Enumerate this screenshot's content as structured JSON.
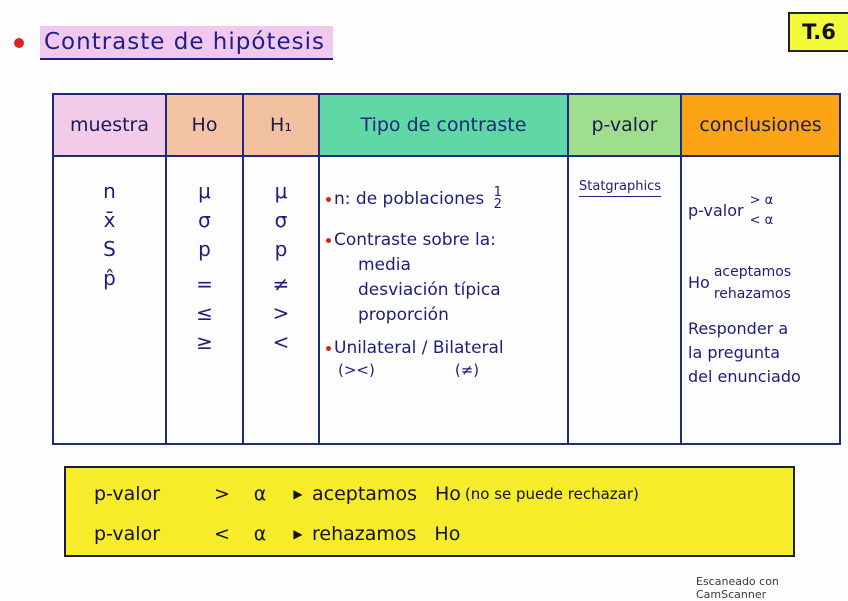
{
  "title": "Contraste de hipótesis",
  "tag": "T.6",
  "table": {
    "headers": {
      "muestra": "muestra",
      "ho": "Ho",
      "h1": "H₁",
      "tipo": "Tipo de contraste",
      "pvalor": "p-valor",
      "conclusiones": "conclusiones"
    },
    "muestra": [
      "n",
      "x̄",
      "S",
      "p̂"
    ],
    "ho": {
      "params": [
        "μ",
        "σ",
        "p"
      ],
      "signs": [
        "=",
        "≤",
        "≥"
      ]
    },
    "h1": {
      "params": [
        "μ",
        "σ",
        "p"
      ],
      "signs": [
        "≠",
        ">",
        "<"
      ]
    },
    "tipo": {
      "poblaciones": "n: de poblaciones",
      "poblaciones_options": [
        "1",
        "2"
      ],
      "contraste_sobre": "Contraste sobre la:",
      "contraste_items": [
        "media",
        "desviación típica",
        "proporción"
      ],
      "lateralidad": "Unilateral / Bilateral",
      "unilateral_signs": "(><)",
      "bilateral_signs": "(≠)"
    },
    "pvalor": "Statgraphics",
    "conclusiones": {
      "pvalor_label": "p-valor",
      "pvalor_branches": [
        "> α",
        "< α"
      ],
      "ho_label": "Ho",
      "ho_branches": [
        "aceptamos",
        "rehazamos"
      ],
      "responder": [
        "Responder a",
        "la pregunta",
        "del enunciado"
      ]
    }
  },
  "summary": {
    "rows": [
      {
        "lhs": "p-valor",
        "op": ">",
        "alpha": "α",
        "arrow": "▶",
        "action": "aceptamos",
        "target": "Ho",
        "note": "(no se puede rechazar)"
      },
      {
        "lhs": "p-valor",
        "op": "<",
        "alpha": "α",
        "arrow": "▶",
        "action": "rehazamos",
        "target": "Ho",
        "note": ""
      }
    ]
  },
  "footer": "Escaneado con CamScanner",
  "colors": {
    "ink": "#1f1f86",
    "title_highlight": "#f3c8ee",
    "tag_highlight": "#f2fa3a",
    "summary_highlight": "#f6ec2a",
    "bullet": "#d8261c",
    "header_muestra": "#f1cbe8",
    "header_ho_h1": "#f4c3a3",
    "header_tipo": "#5fd8a6",
    "header_pvalor": "#9fde8c",
    "header_conclusiones": "#fca416"
  }
}
